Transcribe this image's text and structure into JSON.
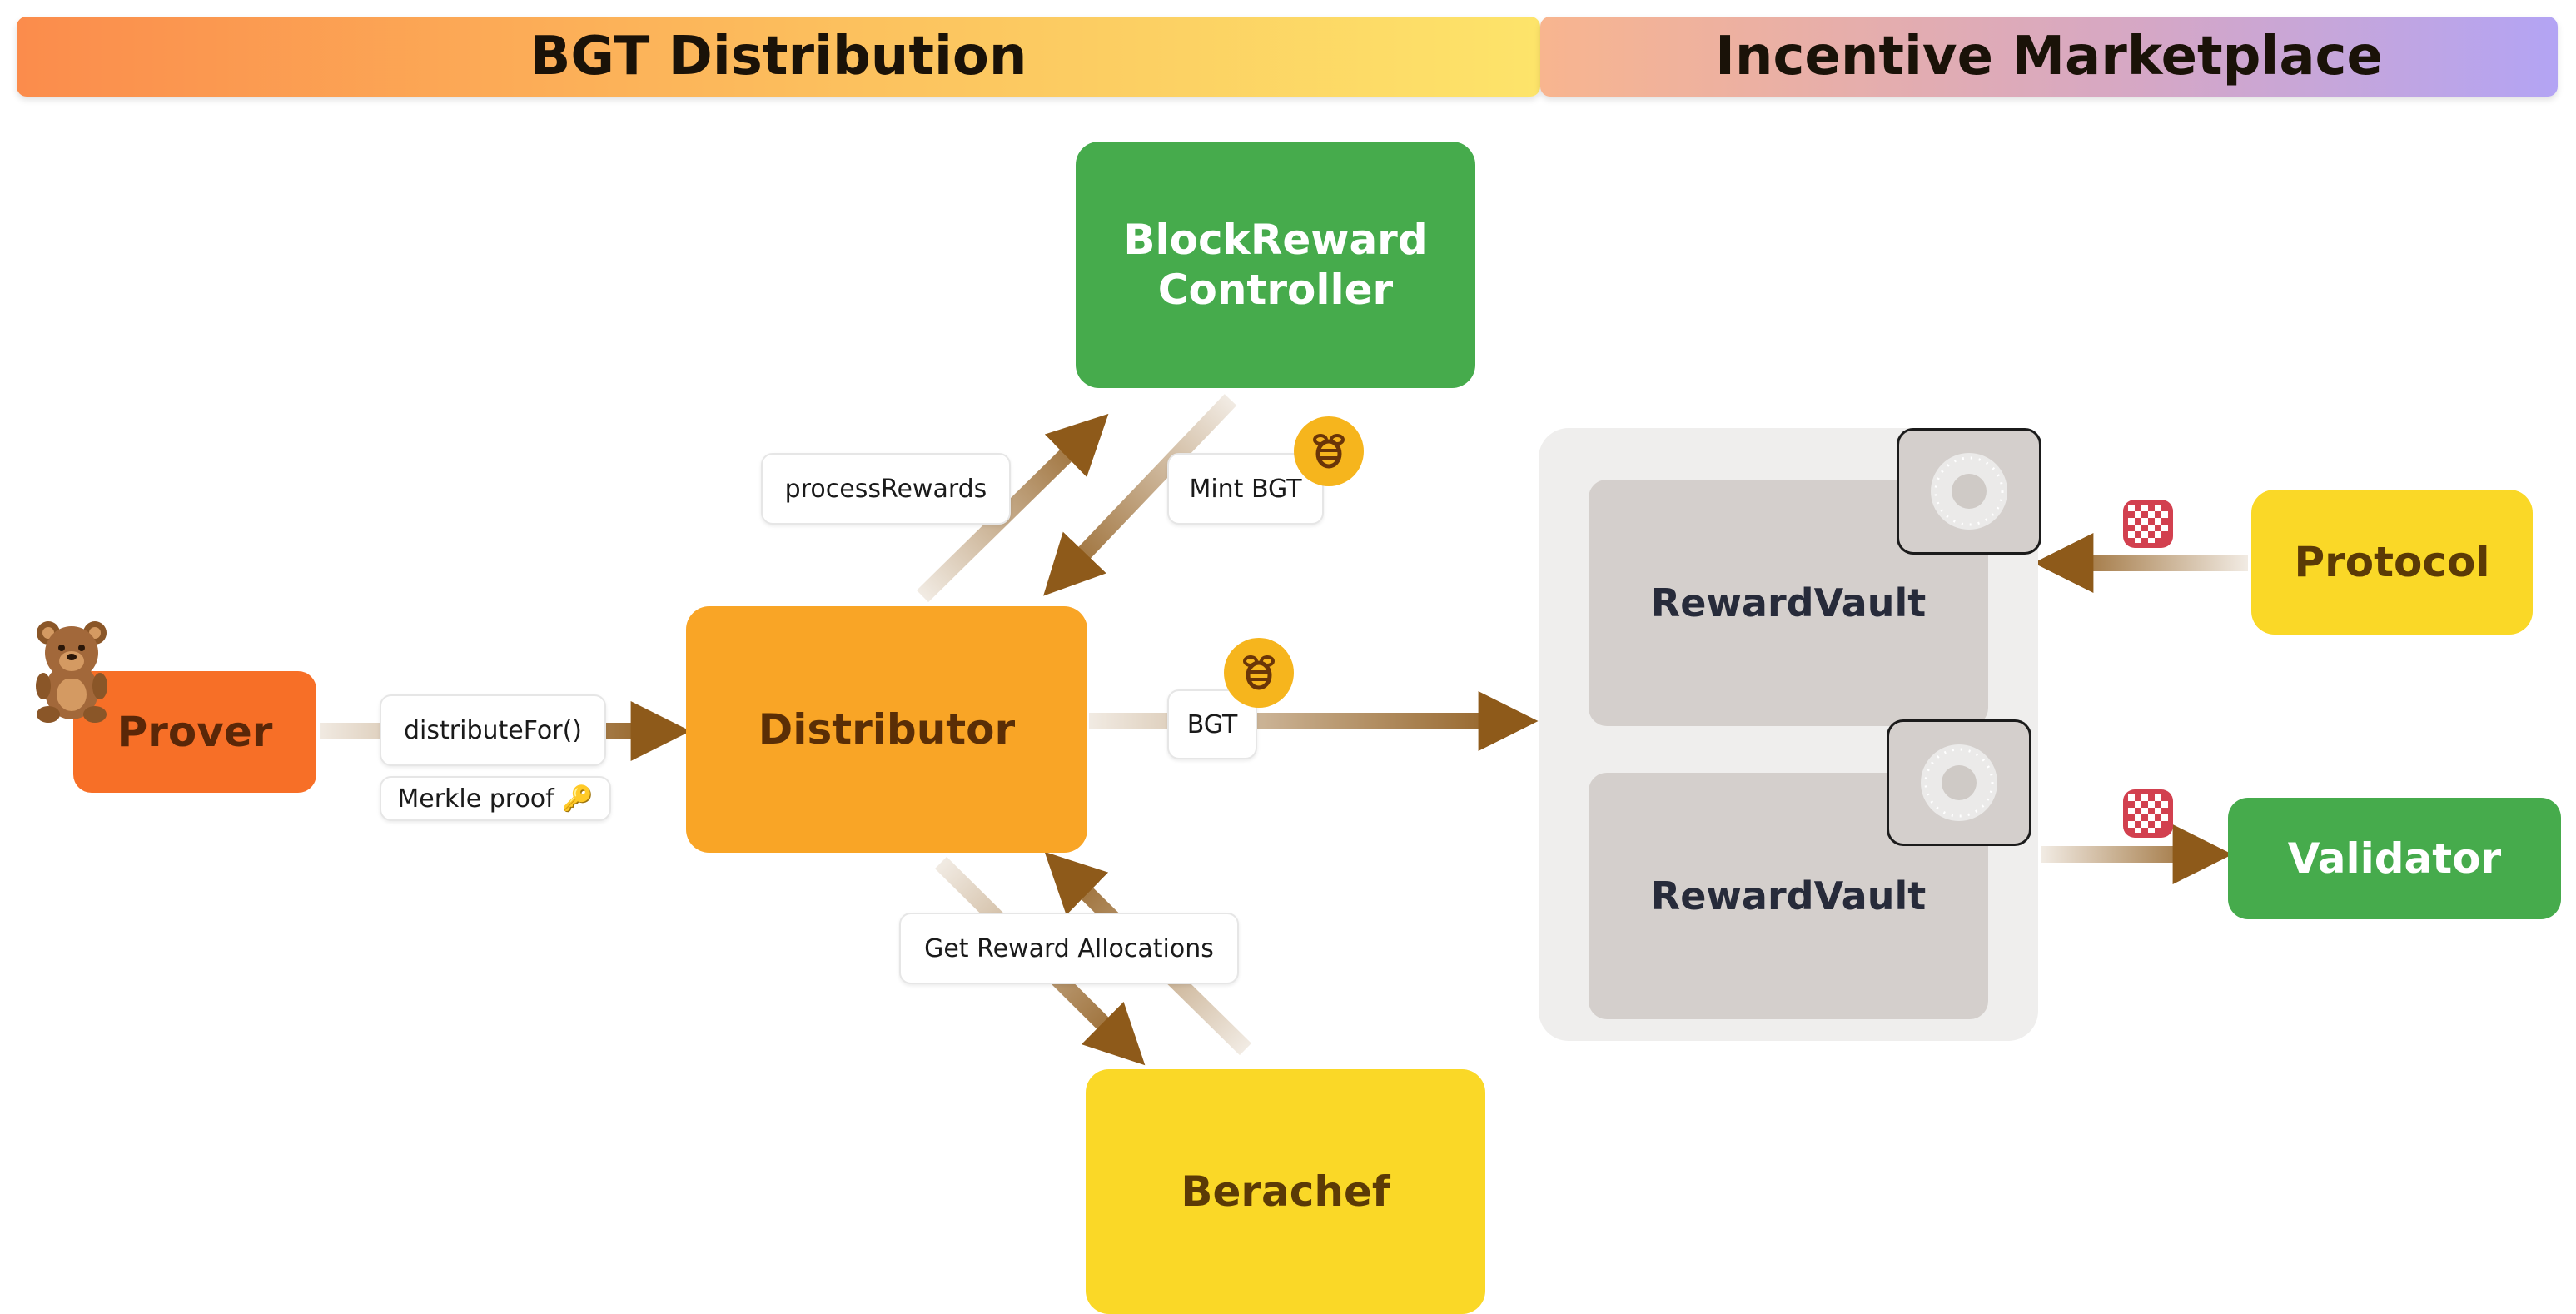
{
  "banners": {
    "left": "BGT Distribution",
    "right": "Incentive Marketplace"
  },
  "nodes": {
    "block_reward_controller": "BlockReward\nController",
    "prover": "Prover",
    "distributor": "Distributor",
    "berachef": "Berachef",
    "protocol": "Protocol",
    "validator": "Validator"
  },
  "vaults": [
    "RewardVault",
    "RewardVault"
  ],
  "edge_labels": {
    "process_rewards": "processRewards",
    "mint_bgt": "Mint BGT",
    "distribute_for": "distributeFor()",
    "merkle_proof": "Merkle proof 🔑",
    "bgt": "BGT",
    "get_reward_allocations": "Get Reward Allocations"
  },
  "icons": {
    "prover": "teddy-bear-icon",
    "bgt_token": "bgt-coin-icon",
    "incentive_token": "checker-token-icon",
    "vault": "safe-dial-icon"
  },
  "colors": {
    "arrow": "#8e5a1a",
    "green": "#46ab4c",
    "orange": "#f76f27",
    "amber": "#f9a526",
    "yellow": "#fad827",
    "vault_bg": "#d4cfcc",
    "coin": "#f6b51d",
    "checker_red": "#d2404f"
  }
}
